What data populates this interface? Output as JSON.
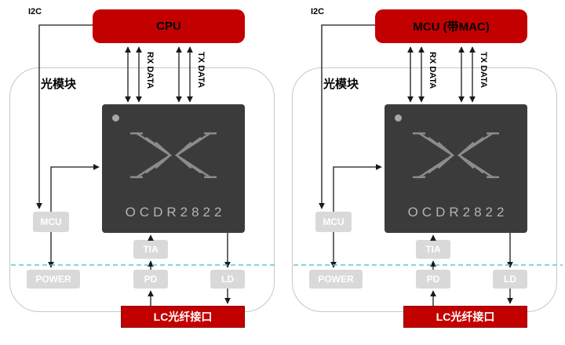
{
  "colors": {
    "accent_red": "#c30000",
    "chip_body": "#3b3b3b",
    "faded_box": "#d9d9d9",
    "power_rail_dash": "#5fc9c9",
    "wire": "#1a1a1a"
  },
  "panels": [
    {
      "host_label": "CPU",
      "i2c_label": "I2C",
      "module_label": "光模块",
      "chip_name": "OCDR2822",
      "rx_label": "RX DATA",
      "tx_label": "TX DATA",
      "mcu_label": "MCU",
      "power_label": "POWER",
      "tia_label": "TIA",
      "pd_label": "PD",
      "ld_label": "LD",
      "connector_label": "LC光纤接口"
    },
    {
      "host_label": "MCU (带MAC)",
      "i2c_label": "I2C",
      "module_label": "光模块",
      "chip_name": "OCDR2822",
      "rx_label": "RX DATA",
      "tx_label": "TX DATA",
      "mcu_label": "MCU",
      "power_label": "POWER",
      "tia_label": "TIA",
      "pd_label": "PD",
      "ld_label": "LD",
      "connector_label": "LC光纤接口"
    }
  ]
}
